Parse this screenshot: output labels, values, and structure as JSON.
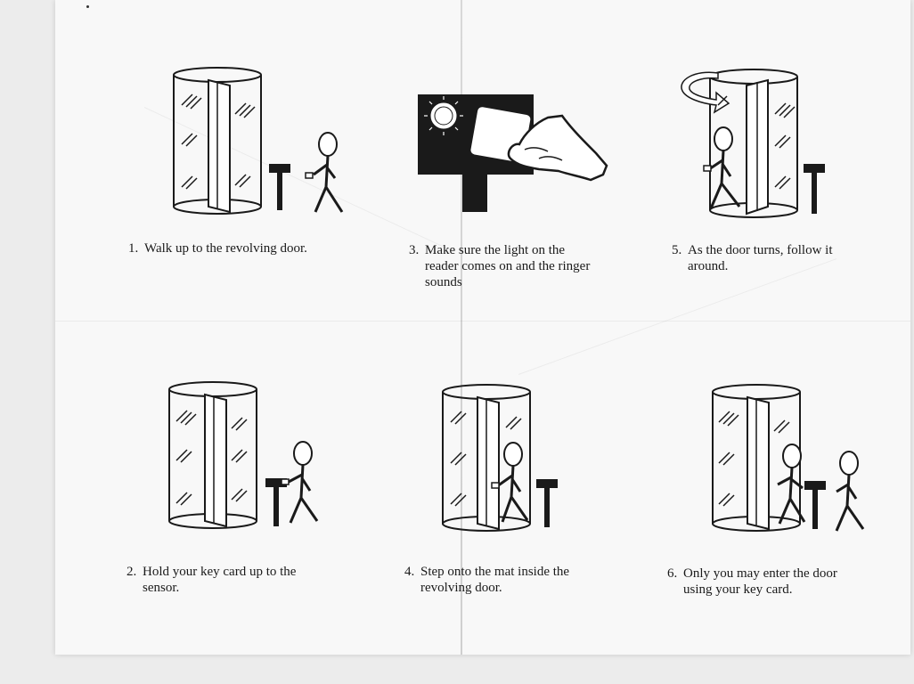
{
  "steps": [
    {
      "number": "1.",
      "lines": [
        "Walk up to the revolving door."
      ]
    },
    {
      "number": "2.",
      "lines": [
        "Hold your key card up to the",
        "sensor."
      ]
    },
    {
      "number": "3.",
      "lines": [
        "Make sure the light on the",
        "reader comes on and the ringer",
        "sounds"
      ]
    },
    {
      "number": "4.",
      "lines": [
        "Step onto the mat inside the",
        "revolving door."
      ]
    },
    {
      "number": "5.",
      "lines": [
        "As the door turns, follow it",
        "around."
      ]
    },
    {
      "number": "6.",
      "lines": [
        "Only you may enter the door",
        "using your key card."
      ]
    }
  ],
  "colors": {
    "ink": "#1a1a1a",
    "paper": "#f8f8f8",
    "reader": "#1a1a1a"
  },
  "icons": [
    "revolving-door-icon",
    "card-reader-icon",
    "person-walking-icon",
    "hand-holding-card-icon",
    "rotation-arrow-icon"
  ]
}
